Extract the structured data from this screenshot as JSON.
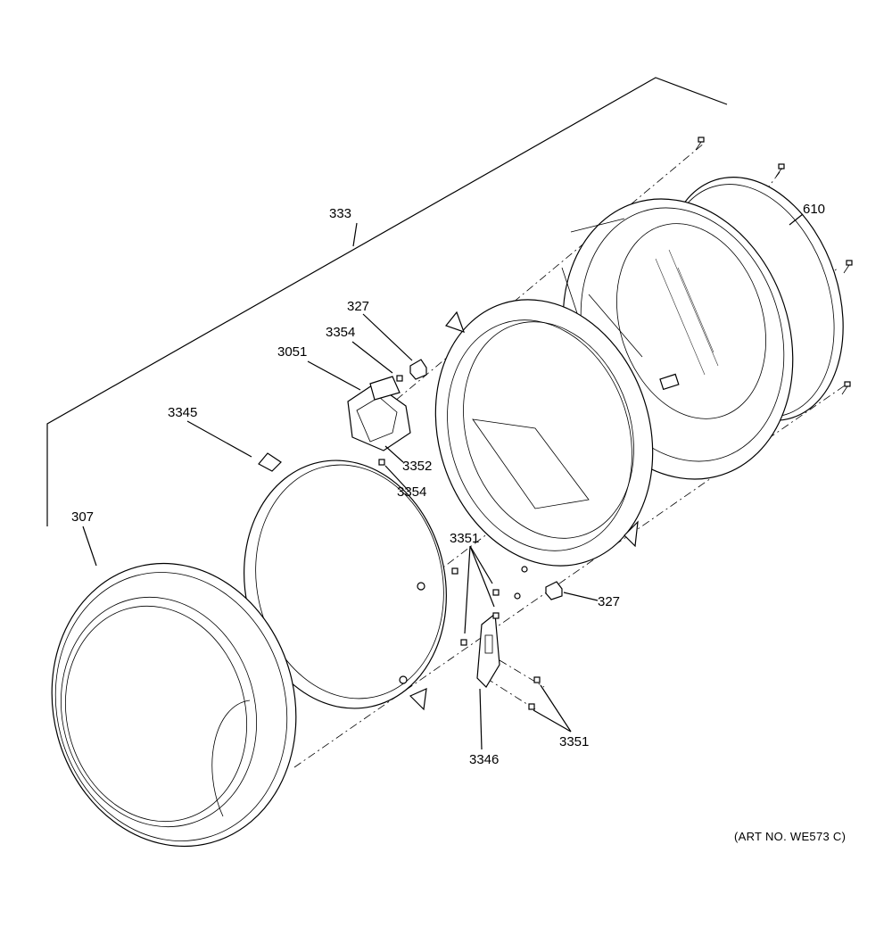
{
  "callouts": {
    "c333": "333",
    "c610": "610",
    "c327a": "327",
    "c3354a": "3354",
    "c3051": "3051",
    "c3345": "3345",
    "c3352": "3352",
    "c3354b": "3354",
    "c307": "307",
    "c3351a": "3351",
    "c327b": "327",
    "c3346": "3346",
    "c3351b": "3351"
  },
  "art_number": "(ART NO. WE573 C)"
}
